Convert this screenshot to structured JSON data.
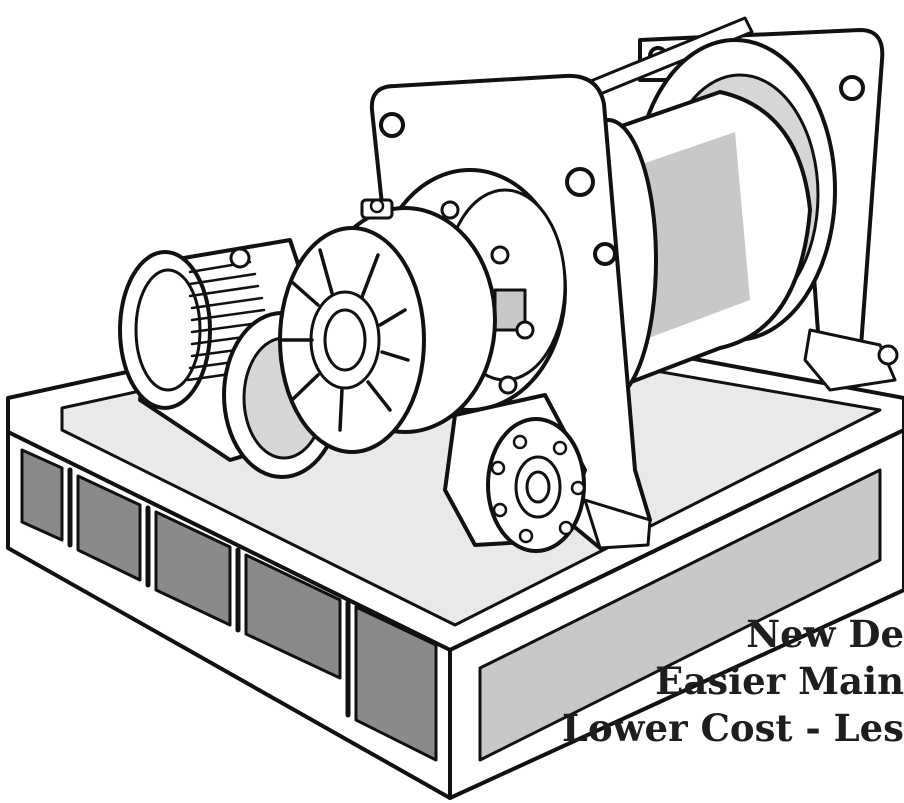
{
  "caption": {
    "line1": "New De",
    "line2": "Easier Main",
    "line3": "Lower Cost - Les"
  },
  "illustration": {
    "subject": "winch-drawing",
    "colors": {
      "line": "#111111",
      "shade": "#c8c8c8",
      "dark": "#8a8a8a",
      "paper": "#ffffff"
    }
  }
}
